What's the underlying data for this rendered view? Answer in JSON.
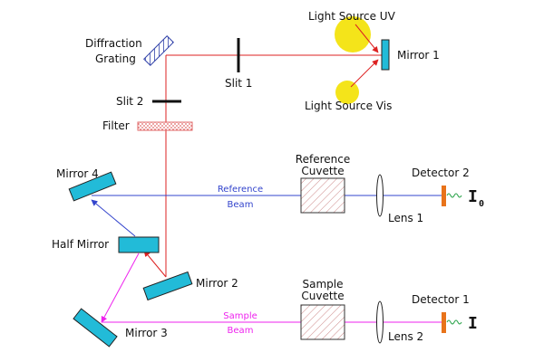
{
  "colors": {
    "main_beam": "#dd2222",
    "reference_beam": "#3344cc",
    "sample_beam": "#ee22ee",
    "mirror_fill": "#22bbd8",
    "light_source": "#f4e41a",
    "detector": "#e8731a",
    "grating": "#3344aa",
    "filter": "#f0a0a0",
    "cuvette": "#cc8888"
  },
  "labels": {
    "light_source_uv": "Light Source UV",
    "light_source_vis": "Light Source Vis",
    "mirror_1": "Mirror 1",
    "diffraction": "Diffraction",
    "grating": "Grating",
    "slit_1": "Slit 1",
    "slit_2": "Slit 2",
    "filter": "Filter",
    "mirror_4": "Mirror 4",
    "reference_cuvette_line1": "Reference",
    "reference_cuvette_line2": "Cuvette",
    "reference_beam_line1": "Reference",
    "reference_beam_line2": "Beam",
    "detector_2": "Detector 2",
    "intensity_ref": "I",
    "intensity_ref_sub": "0",
    "lens_1": "Lens 1",
    "half_mirror": "Half Mirror",
    "mirror_2": "Mirror 2",
    "sample_cuvette_line1": "Sample",
    "sample_cuvette_line2": "Cuvette",
    "detector_1": "Detector 1",
    "intensity_sample": "I",
    "sample_beam_line1": "Sample",
    "sample_beam_line2": "Beam",
    "mirror_3": "Mirror 3",
    "lens_2": "Lens 2"
  }
}
